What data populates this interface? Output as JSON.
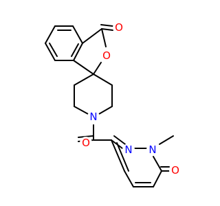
{
  "molecule": {
    "colors": {
      "bond": "#000000",
      "O": "#ff0000",
      "N": "#0000ff",
      "background": "#ffffff"
    },
    "atoms": [
      {
        "id": "o_carbonyl_top",
        "label": "O",
        "element": "O"
      },
      {
        "id": "o_ring",
        "label": "O",
        "element": "O"
      },
      {
        "id": "n_piperidine",
        "label": "N",
        "element": "N"
      },
      {
        "id": "o_amide",
        "label": "O",
        "element": "O"
      },
      {
        "id": "n_pyridazine_1",
        "label": "N",
        "element": "N"
      },
      {
        "id": "n_pyridazine_2",
        "label": "N",
        "element": "N"
      },
      {
        "id": "o_pyridazinone",
        "label": "O",
        "element": "O"
      }
    ]
  }
}
